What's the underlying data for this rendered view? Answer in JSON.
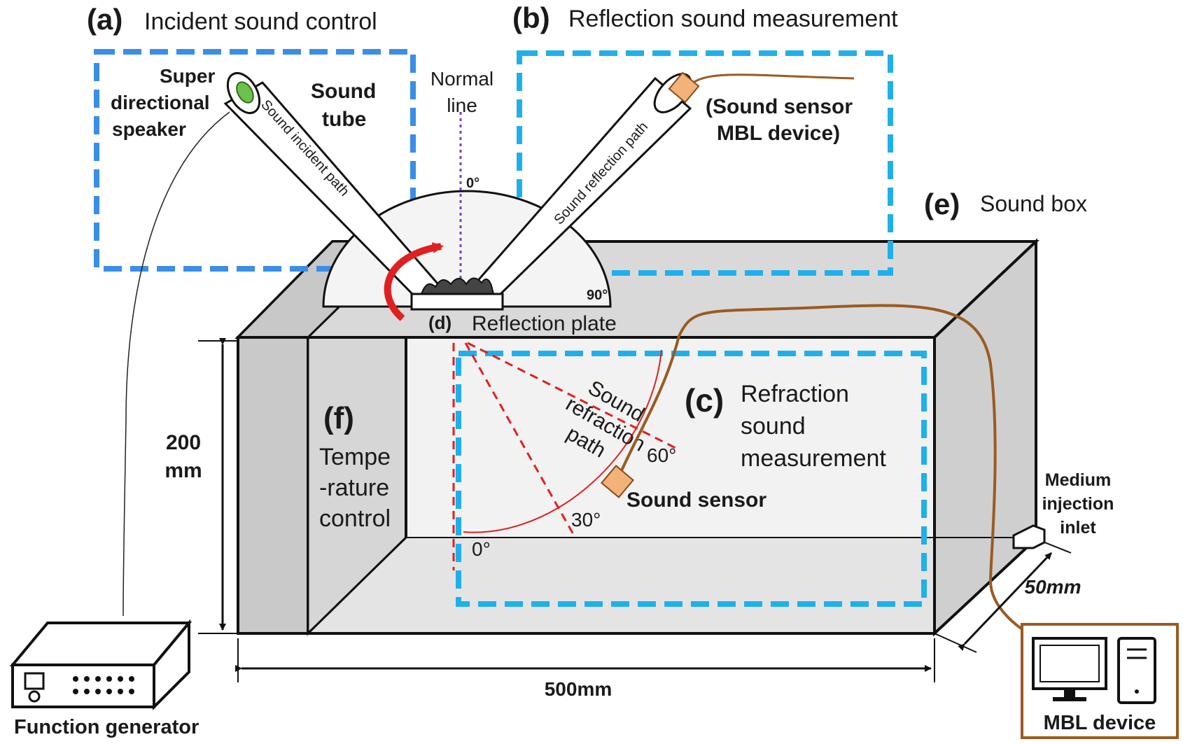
{
  "colors": {
    "panel_blue": "#3a8ee8",
    "panel_cyan": "#1fb0ec",
    "red": "#e02020",
    "brown": "#9a5b22",
    "sensor": "#f3b27a",
    "box_face": "#ececec",
    "box_side": "#cfcfcf",
    "purple": "#7b3fbf",
    "speaker_green": "#6cc24a"
  },
  "panels": {
    "a": {
      "tag": "(a)",
      "title": "Incident sound control"
    },
    "b": {
      "tag": "(b)",
      "title": "Reflection sound measurement"
    },
    "c": {
      "tag": "(c)",
      "title_lines": [
        "Refraction",
        "sound",
        "measurement"
      ]
    },
    "d": {
      "tag": "(d)",
      "title": "Reflection plate"
    },
    "e": {
      "tag": "(e)",
      "title": "Sound box"
    },
    "f": {
      "tag": "(f)",
      "title_lines": [
        "Tempe",
        "-rature",
        "control"
      ]
    }
  },
  "labels": {
    "speaker": [
      "Super",
      "directional",
      "speaker"
    ],
    "tube": [
      "Sound",
      "tube"
    ],
    "incident_path": "Sound incident  path",
    "reflection_path": "Sound reflection path",
    "normal_line": [
      "Normal",
      "line"
    ],
    "sensor_top": [
      "(Sound sensor",
      "MBL device)"
    ],
    "refraction_path": [
      "Sound",
      "refraction",
      "path"
    ],
    "sound_sensor": "Sound sensor",
    "medium_inlet": [
      "Medium",
      "injection",
      "inlet"
    ],
    "function_generator": "Function generator",
    "mbl_device": "MBL device"
  },
  "angles": {
    "top_0": "0°",
    "top_90": "90°",
    "ref_0": "0°",
    "ref_30": "30°",
    "ref_60": "60°"
  },
  "dimensions": {
    "height": [
      "200",
      "mm"
    ],
    "width": "500mm",
    "depth": "50mm"
  },
  "icons": [
    "speaker-icon",
    "sensor-icon",
    "function-generator-icon",
    "computer-icon",
    "inlet-nozzle-icon",
    "rotation-arrow-icon"
  ]
}
